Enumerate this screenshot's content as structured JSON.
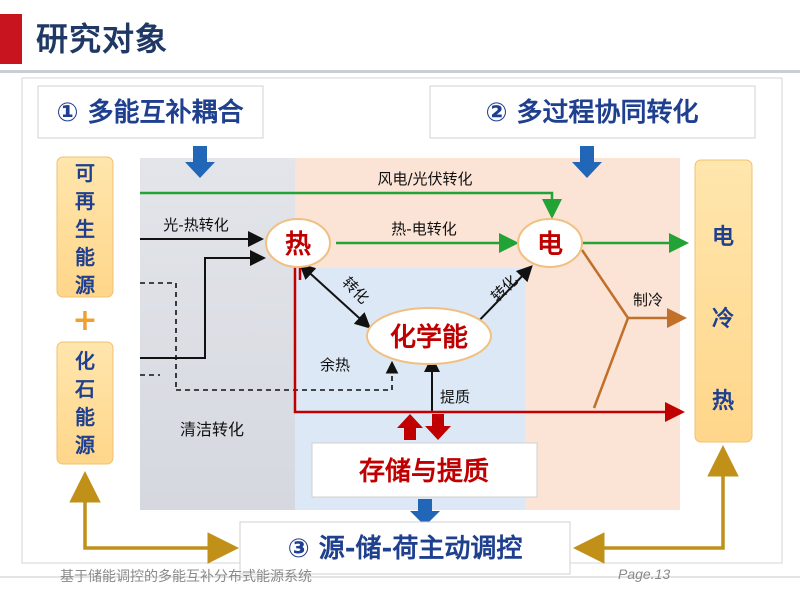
{
  "header": {
    "title": "研究对象"
  },
  "labels": {
    "box1": "① 多能互补耦合",
    "box2": "② 多过程协同转化",
    "box3": "③ 源-储-荷主动调控",
    "storage": "存储与提质",
    "renewable": [
      "可",
      "再",
      "生",
      "能",
      "源"
    ],
    "plus": "+",
    "fossil": [
      "化",
      "石",
      "能",
      "源"
    ],
    "output": [
      "电",
      "冷",
      "热"
    ],
    "heat_node": "热",
    "elec_node": "电",
    "chem_node": "化学能",
    "wind_pv": "风电/光伏转化",
    "solar_thermal": "光-热转化",
    "heat_elec": "热-电转化",
    "convert_left": "转化",
    "convert_right": "转化",
    "waste_heat": "余热",
    "upgrade": "提质",
    "refrigeration": "制冷",
    "clean_convert": "清洁转化"
  },
  "colors": {
    "green": "#22a335",
    "red": "#c00000",
    "orange": "#c07028",
    "gold": "#c09018",
    "blue": "#2266b8",
    "black": "#111111"
  },
  "footer": {
    "text": "基于储能调控的多能互补分布式能源系统",
    "page": "Page.13"
  }
}
